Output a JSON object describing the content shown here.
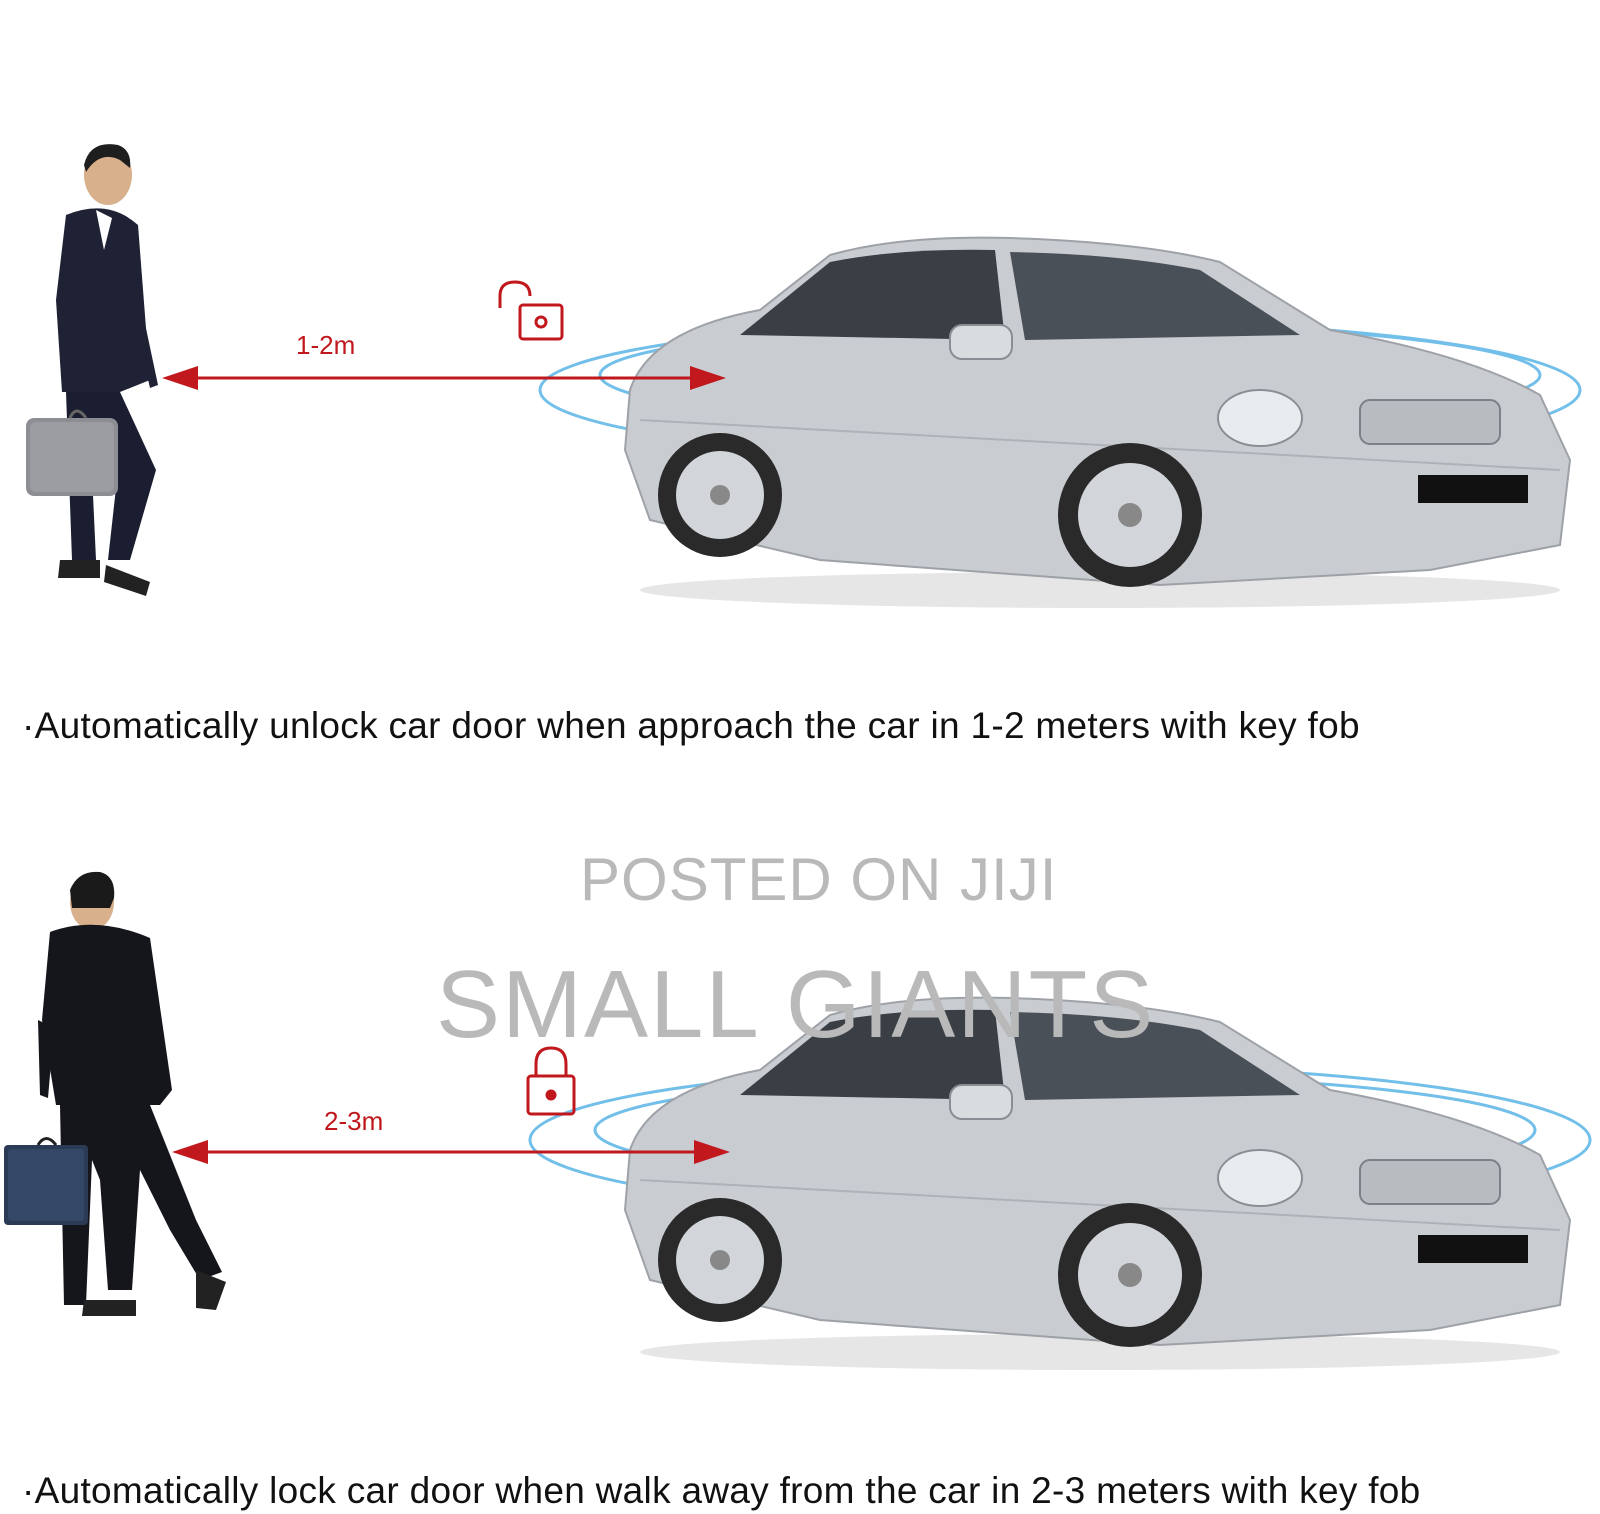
{
  "top_panel": {
    "distance_label": "1-2m",
    "lock_icon": "unlocked-padlock-icon",
    "caption": "·Automatically unlock car door when approach the car in 1-2 meters with key fob"
  },
  "bottom_panel": {
    "distance_label": "2-3m",
    "lock_icon": "locked-padlock-icon",
    "caption": "·Automatically lock car door when walk away from the car in 2-3 meters with key fob"
  },
  "watermark": {
    "line1": "POSTED ON JIJI",
    "line2": "SMALL GIANTS"
  },
  "colors": {
    "arrow": "#c0181c",
    "signal_rings": "#5ab4e6",
    "car_body": "#c9ccd0"
  }
}
